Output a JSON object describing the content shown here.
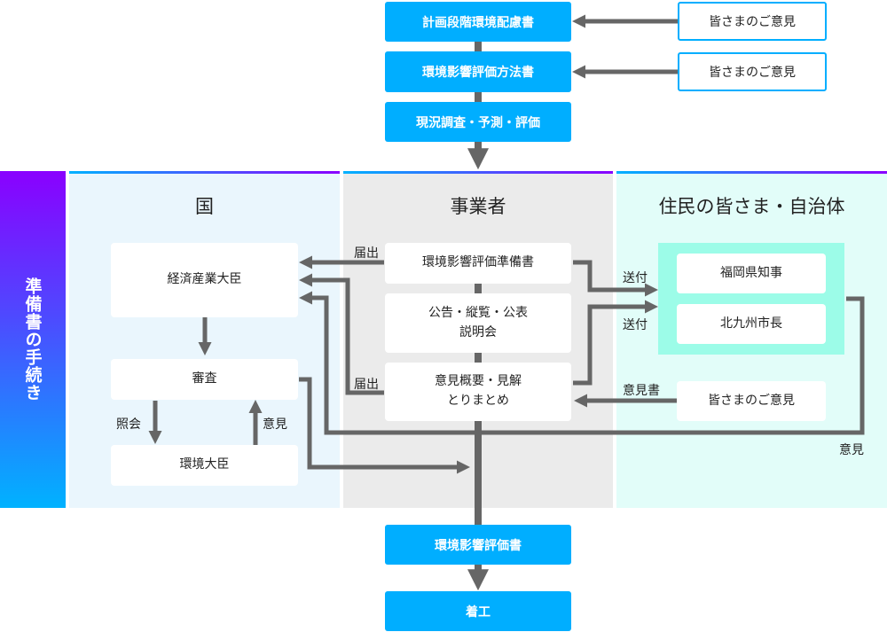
{
  "top_flow": {
    "step1": "計画段階環境配慮書",
    "step2": "環境影響評価方法書",
    "step3": "現況調査・予測・評価",
    "opinion1": "皆さまのご意見",
    "opinion2": "皆さまのご意見"
  },
  "sidebar": {
    "label": "準備書の手続き"
  },
  "lanes": {
    "national": {
      "title": "国",
      "meti": "経済産業大臣",
      "review": "審査",
      "env_minister": "環境大臣",
      "inquiry_label": "照会",
      "opinion_label": "意見"
    },
    "operator": {
      "title": "事業者",
      "prep_doc": "環境影響評価準備書",
      "notice_line1": "公告・縦覧・公表",
      "notice_line2": "説明会",
      "summary_line1": "意見概要・見解",
      "summary_line2": "とりまとめ",
      "filing_label_1": "届出",
      "filing_label_2": "届出"
    },
    "residents": {
      "title": "住民の皆さま・自治体",
      "governor": "福岡県知事",
      "mayor": "北九州市長",
      "public_opinion": "皆さまのご意見",
      "send_label_1": "送付",
      "send_label_2": "送付",
      "opinion_doc_label": "意見書",
      "opinion_label": "意見"
    }
  },
  "bottom_flow": {
    "final_doc": "環境影響評価書",
    "construction": "着工"
  },
  "colors": {
    "accent_blue": "#00aeff",
    "arrow_gray": "#666666",
    "national_bg": "#eaf6fd",
    "operator_bg": "#ebebeb",
    "residents_bg": "#e2fdf9",
    "municipal_group": "#9cfce8",
    "gradient_top": "#8a00ff",
    "gradient_bottom": "#00b2ff"
  }
}
